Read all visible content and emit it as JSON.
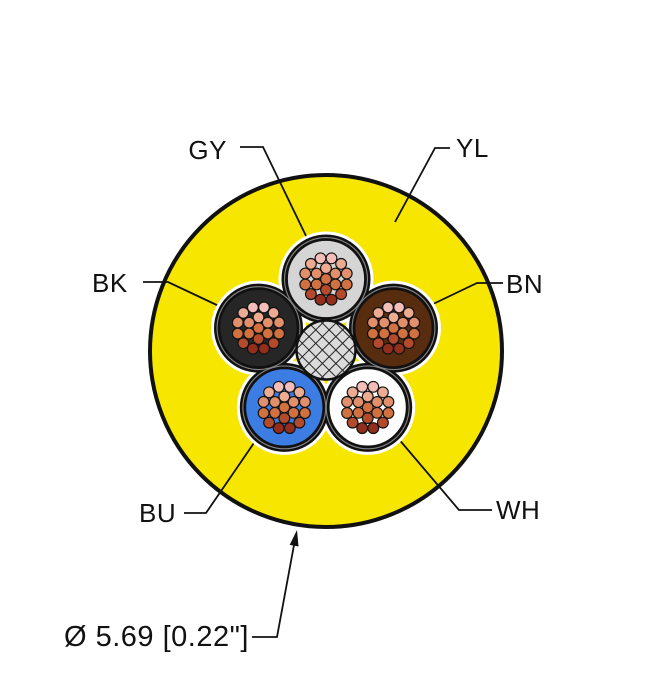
{
  "figure": {
    "type": "cable-cross-section",
    "background": "#ffffff"
  },
  "labels": {
    "gy": "GY",
    "yl": "YL",
    "bk": "BK",
    "bn": "BN",
    "bu": "BU",
    "wh": "WH"
  },
  "dimension": {
    "text": "Ø 5.69 [0.22\"]"
  },
  "cable": {
    "jacket_color": "#F6E600",
    "outline_color": "#111111",
    "ring_color": "#FFFFFF",
    "inner_filler_color": "#858585",
    "center_filler_color": "#DBDBDB",
    "hatch_color": "#222222",
    "strands_per_conductor": 19,
    "strand_colors": [
      "#F3BEBA",
      "#EDAB92",
      "#E28F6B",
      "#D1713F",
      "#B34A2B",
      "#932D1C"
    ],
    "conductors": [
      {
        "code": "GY",
        "color": "#D5D5D5"
      },
      {
        "code": "BN",
        "color": "#582C0E"
      },
      {
        "code": "WH",
        "color": "#FFFFFF"
      },
      {
        "code": "BU",
        "color": "#3C7DE4"
      },
      {
        "code": "BK",
        "color": "#262626"
      }
    ]
  }
}
